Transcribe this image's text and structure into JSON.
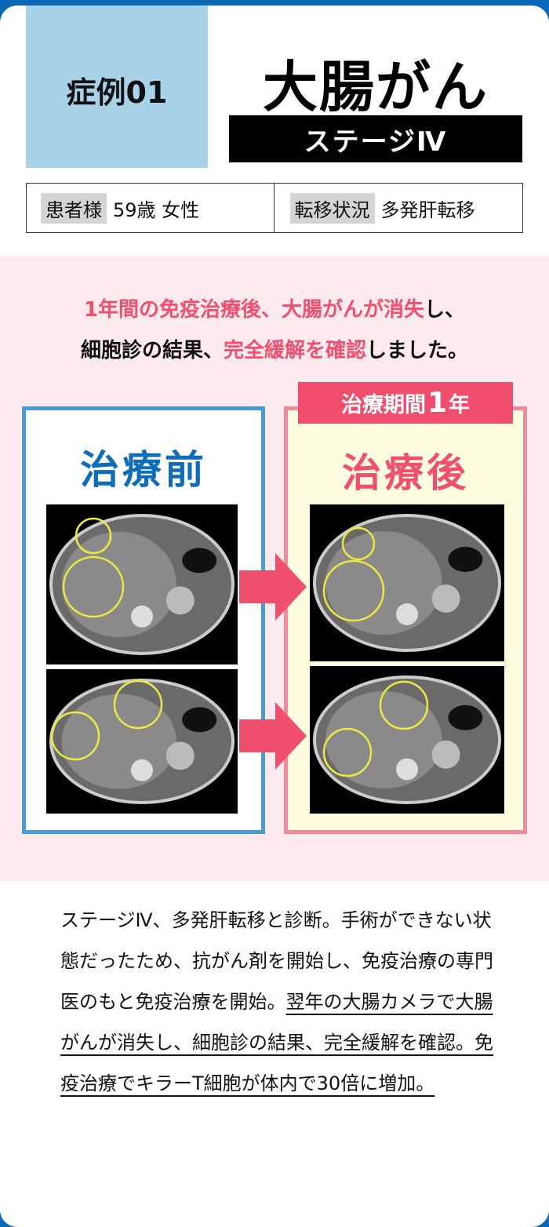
{
  "header": {
    "case_label": "症例01",
    "title": "大腸がん",
    "stage": "ステージⅣ"
  },
  "info": {
    "patient_label": "患者様",
    "patient_value": "59歳 女性",
    "metastasis_label": "転移状況",
    "metastasis_value": "多発肝転移"
  },
  "summary": {
    "line1_hl": "1年間の免疫治療後、大腸がんが消失",
    "line1_rest": "し、",
    "line2_a": "細胞診の結果、",
    "line2_hl": "完全緩解を確認",
    "line2_b": "しました。"
  },
  "comparison": {
    "period_prefix": "治療期間",
    "period_num": "1",
    "period_unit": "年",
    "before_title": "治療前",
    "after_title": "治療後"
  },
  "description": {
    "plain": "ステージⅣ、多発肝転移と診断。手術ができない状態だったため、抗がん剤を開始し、免疫治療の専門医のもと免疫治療を開始。",
    "underlined": "翌年の大腸カメラで大腸がんが消失し、細胞診の結果、完全緩解を確認。免疫治療でキラーT細胞が体内で30倍に増加。"
  },
  "colors": {
    "frame": "#0a68b6",
    "accent_pink": "#f0506e",
    "before_blue": "#0f6cb8",
    "highlight_circle": "#f0e840"
  }
}
